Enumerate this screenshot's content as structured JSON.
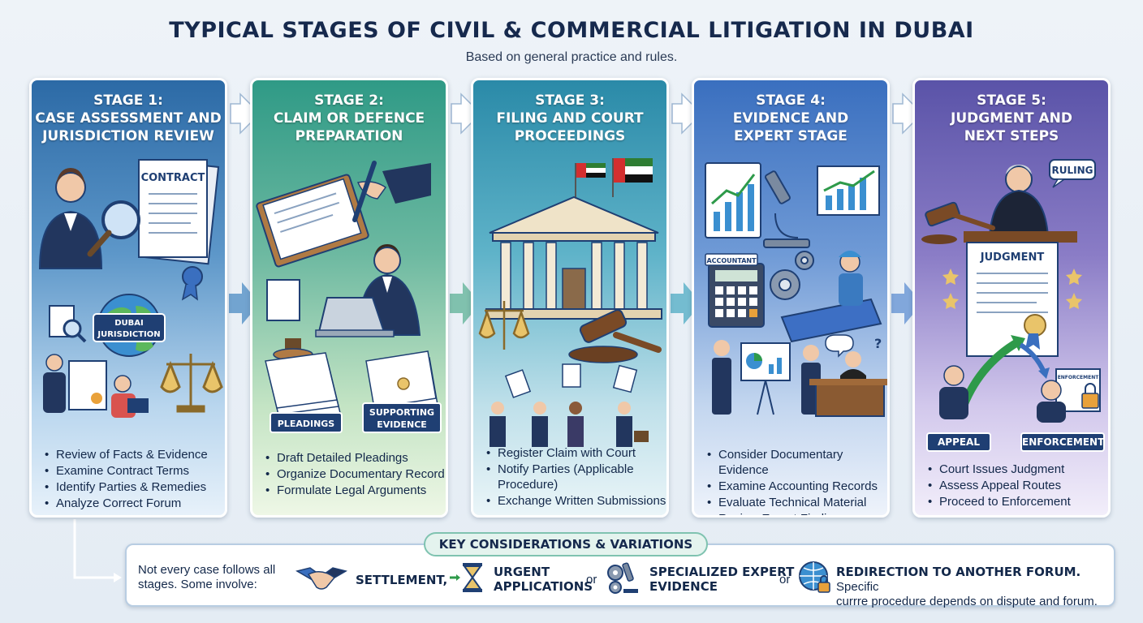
{
  "header": {
    "title": "TYPICAL STAGES OF CIVIL & COMMERCIAL LITIGATION IN DUBAI",
    "subtitle": "Based on general practice and rules."
  },
  "stages": [
    {
      "title_lines": [
        "STAGE 1:",
        "CASE ASSESSMENT AND",
        "JURISDICTION REVIEW"
      ],
      "labels": {
        "contract": "CONTRACT",
        "jurisdiction_1": "DUBAI",
        "jurisdiction_2": "JURISDICTION"
      },
      "bullets": [
        "Review of Facts & Evidence",
        "Examine Contract Terms",
        "Identify Parties & Remedies",
        "Analyze Correct Forum"
      ]
    },
    {
      "title_lines": [
        "STAGE 2:",
        "CLAIM OR DEFENCE",
        "PREPARATION"
      ],
      "labels": {
        "pleadings": "PLEADINGS",
        "supporting_1": "SUPPORTING",
        "supporting_2": "EVIDENCE"
      },
      "bullets": [
        "Draft Detailed Pleadings",
        "Organize Documentary Record",
        "Formulate Legal Arguments"
      ]
    },
    {
      "title_lines": [
        "STAGE 3:",
        "FILING AND COURT",
        "PROCEEDINGS"
      ],
      "labels": {},
      "bullets": [
        "Register Claim with Court",
        "Notify Parties (Applicable Procedure)",
        "Exchange Written Submissions"
      ]
    },
    {
      "title_lines": [
        "STAGE 4:",
        "EVIDENCE AND",
        "EXPERT STAGE"
      ],
      "labels": {
        "accountant": "ACCOUNTANT"
      },
      "bullets": [
        "Consider Documentary Evidence",
        "Examine Accounting Records",
        "Evaluate Technical Material",
        "Review Expert Findings"
      ]
    },
    {
      "title_lines": [
        "STAGE 5:",
        "JUDGMENT AND",
        "NEXT STEPS"
      ],
      "labels": {
        "ruling": "RULING",
        "judgment": "JUDGMENT",
        "enforcement_doc": "ENFORCEMENT",
        "appeal": "APPEAL",
        "enforcement": "ENFORCEMENT"
      },
      "bullets": [
        "Court Issues Judgment",
        "Assess Appeal Routes",
        "Proceed to Enforcement"
      ]
    }
  ],
  "key_considerations": {
    "heading": "KEY CONSIDERATIONS & VARIATIONS",
    "intro_1": "Not every case follows all",
    "intro_2": "stages. Some involve:",
    "settlement": "SETTLEMENT,",
    "urgent_1": "URGENT",
    "urgent_2": "APPLICATIONS",
    "or": "or",
    "expert_1": "SPECIALIZED EXPERT",
    "expert_2": "EVIDENCE",
    "redirection": "REDIRECTION TO ANOTHER FORUM.",
    "redirection_tail": "Specific",
    "closing": "currre procedure depends on dispute and forum."
  },
  "colors": {
    "stage_1": "#2c6aa6",
    "stage_2": "#2f9a86",
    "stage_3": "#2a8aa8",
    "stage_4": "#3a6fbf",
    "stage_5": "#5a53a8",
    "navy": "#1f3f73"
  },
  "icons": [
    "handshake-icon",
    "hourglass-icon",
    "gears-microscope-icon",
    "globe-lock-icon"
  ]
}
